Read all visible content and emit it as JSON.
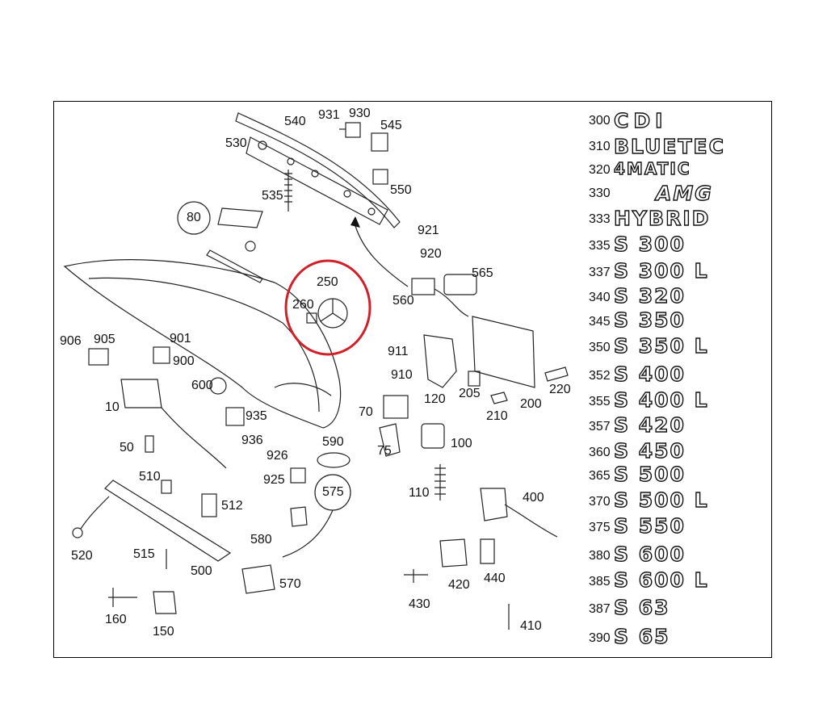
{
  "parts": {
    "p540": "540",
    "p931": "931",
    "p930": "930",
    "p545": "545",
    "p530": "530",
    "p550": "550",
    "p535": "535",
    "p921": "921",
    "p920": "920",
    "p565": "565",
    "p560": "560",
    "p250": "250",
    "p260": "260",
    "p906": "906",
    "p905": "905",
    "p901": "901",
    "p900": "900",
    "p10": "10",
    "p600": "600",
    "p935": "935",
    "p936": "936",
    "p911": "911",
    "p910": "910",
    "p120": "120",
    "p205": "205",
    "p220": "220",
    "p210": "210",
    "p200": "200",
    "p70": "70",
    "p75": "75",
    "p100": "100",
    "p50": "50",
    "p926": "926",
    "p590": "590",
    "p925": "925",
    "p510": "510",
    "p512": "512",
    "p110": "110",
    "p400": "400",
    "p520": "520",
    "p515": "515",
    "p500": "500",
    "p580": "580",
    "p570": "570",
    "p420": "420",
    "p440": "440",
    "p430": "430",
    "p160": "160",
    "p150": "150",
    "p410": "410"
  },
  "badges": {
    "b80": "80",
    "b575": "575"
  },
  "emblems": [
    {
      "num": "300",
      "text": "CDI"
    },
    {
      "num": "310",
      "text": "BLUETEC"
    },
    {
      "num": "320",
      "text": "4MATIC"
    },
    {
      "num": "330",
      "text": "AMG"
    },
    {
      "num": "333",
      "text": "HYBRID"
    },
    {
      "num": "335",
      "text": "S 300"
    },
    {
      "num": "337",
      "text": "S 300 L"
    },
    {
      "num": "340",
      "text": "S 320"
    },
    {
      "num": "345",
      "text": "S 350"
    },
    {
      "num": "350",
      "text": "S 350 L"
    },
    {
      "num": "352",
      "text": "S 400"
    },
    {
      "num": "355",
      "text": "S 400 L"
    },
    {
      "num": "357",
      "text": "S 420"
    },
    {
      "num": "360",
      "text": "S 450"
    },
    {
      "num": "365",
      "text": "S 500"
    },
    {
      "num": "370",
      "text": "S 500 L"
    },
    {
      "num": "375",
      "text": "S 550"
    },
    {
      "num": "380",
      "text": "S 600"
    },
    {
      "num": "385",
      "text": "S 600 L"
    },
    {
      "num": "387",
      "text": "S 63"
    },
    {
      "num": "390",
      "text": "S 65"
    }
  ],
  "highlight_color": "#d0202a"
}
